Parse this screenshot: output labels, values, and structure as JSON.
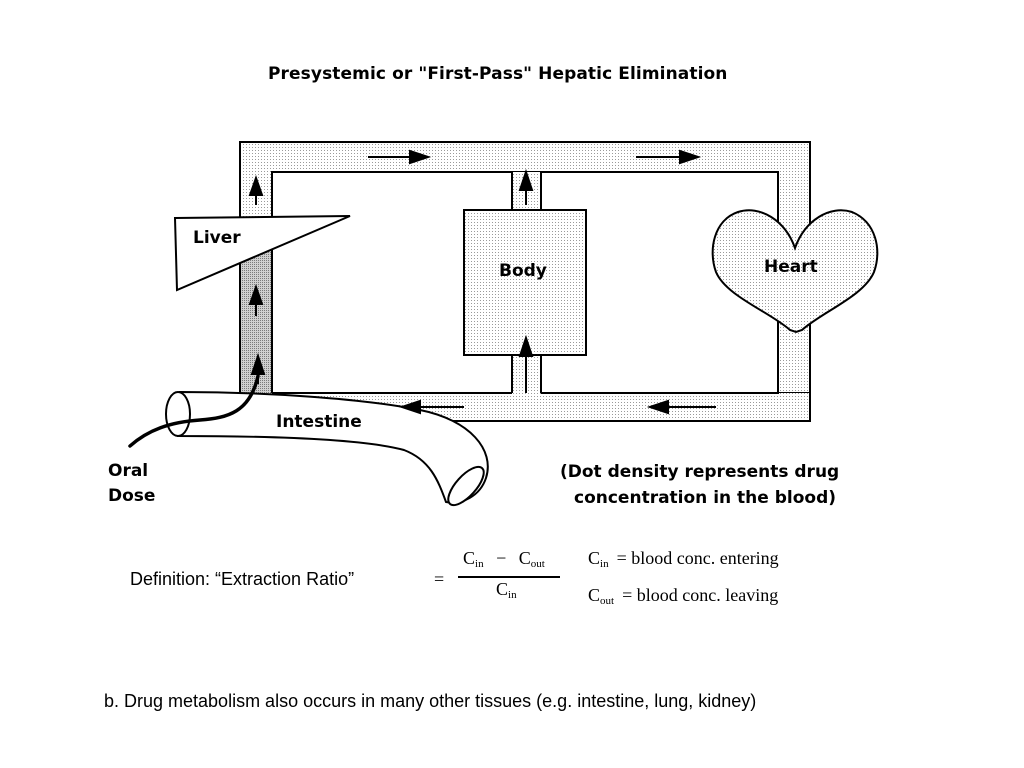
{
  "title": "Presystemic or \"First-Pass\" Hepatic Elimination",
  "labels": {
    "liver": "Liver",
    "body": "Body",
    "heart": "Heart",
    "intestine": "Intestine",
    "oral_line1": "Oral",
    "oral_line2": "Dose",
    "note_line1": "(Dot density represents drug",
    "note_line2": "concentration in the blood)"
  },
  "definition": {
    "label": "Definition: “Extraction Ratio”",
    "equals": "=",
    "numerator_left": "C",
    "numerator_left_sub": "in",
    "minus": "−",
    "numerator_right": "C",
    "numerator_right_sub": "out",
    "denominator": "C",
    "denominator_sub": "in"
  },
  "legend": [
    {
      "symbol": "C",
      "sub": "in",
      "text": "= blood conc. entering"
    },
    {
      "symbol": "C",
      "sub": "out",
      "text": "= blood conc. leaving"
    }
  ],
  "footer": "b.  Drug metabolism also occurs in many other tissues (e.g. intestine, lung, kidney)"
}
